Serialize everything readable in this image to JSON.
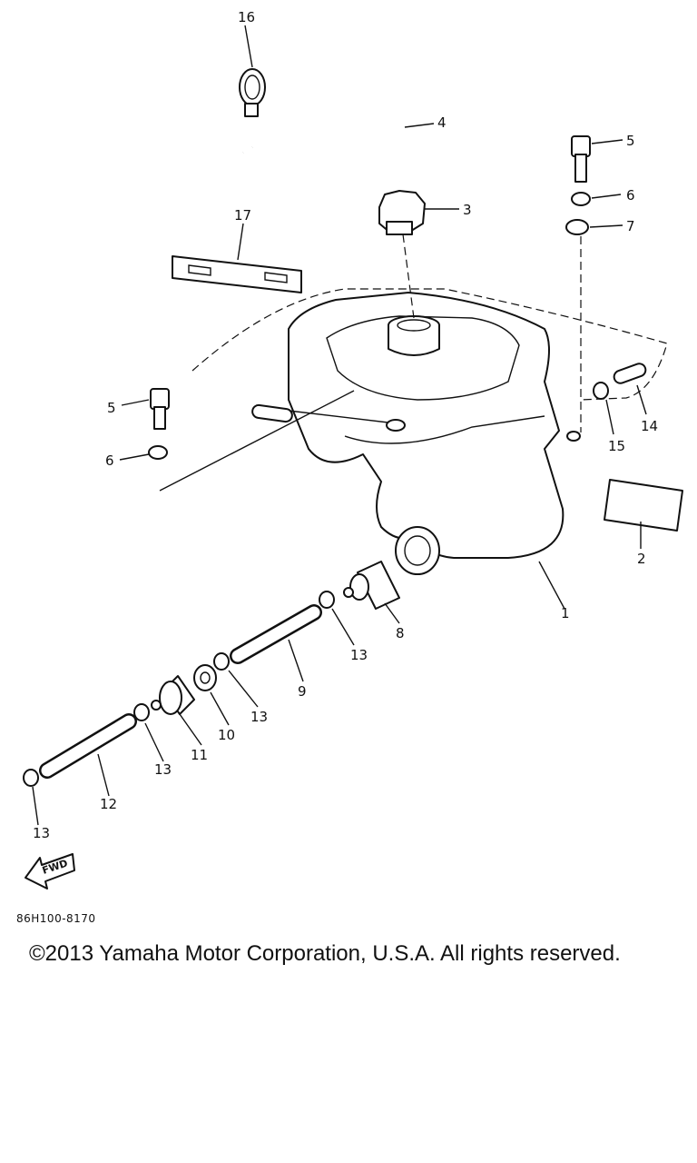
{
  "diagram": {
    "callouts": [
      "1",
      "2",
      "3",
      "4",
      "5",
      "6",
      "7",
      "8",
      "9",
      "10",
      "11",
      "12",
      "13",
      "14",
      "15",
      "16",
      "17"
    ],
    "fwd_label": "FWD",
    "reference_code": "86H100-8170"
  },
  "footer": {
    "copyright": "©2013 Yamaha Motor Corporation, U.S.A. All rights reserved."
  }
}
